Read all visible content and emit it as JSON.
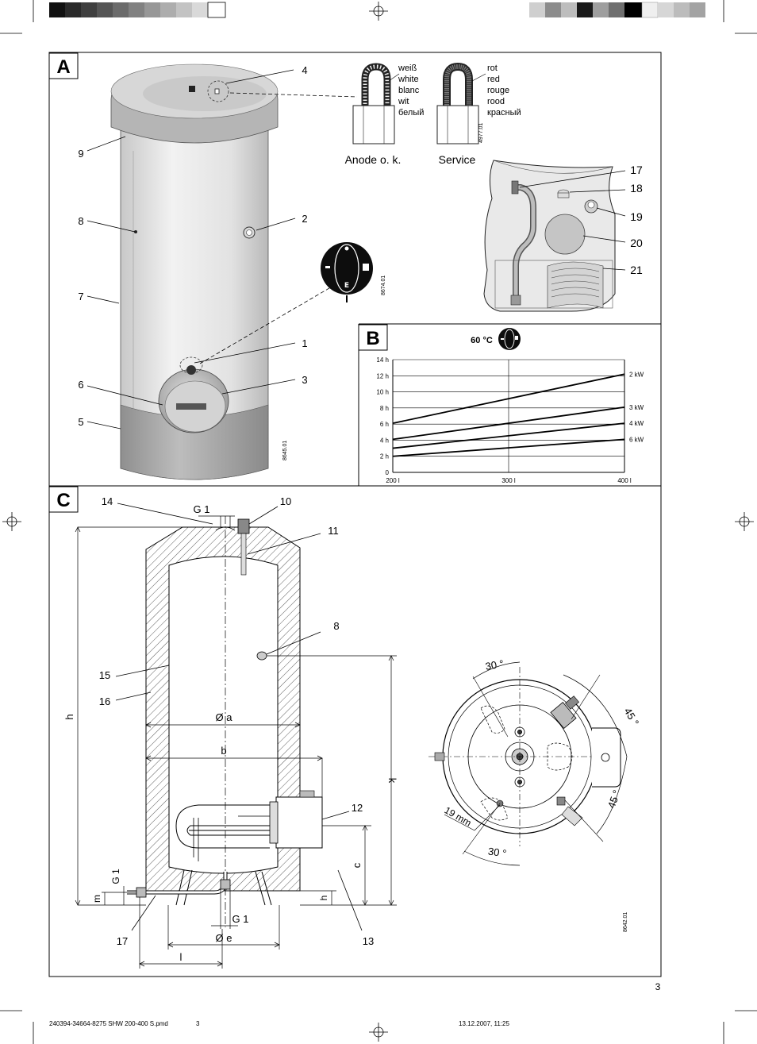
{
  "panels": {
    "a": {
      "letter": "A",
      "callouts": [
        "1",
        "2",
        "3",
        "4",
        "5",
        "6",
        "7",
        "8",
        "9"
      ],
      "anode_label": "Anode o. k.",
      "service_label": "Service",
      "anode_colors": [
        "weiß",
        "white",
        "blanc",
        "wit",
        "белый"
      ],
      "service_colors": [
        "rot",
        "red",
        "rouge",
        "rood",
        "красный"
      ],
      "detail_callouts": [
        "17",
        "18",
        "19",
        "20",
        "21"
      ],
      "codes": {
        "main": "8645.01",
        "knob": "8674.01",
        "anode": "4977.01"
      }
    },
    "b": {
      "letter": "B",
      "temperature": "60 °C"
    },
    "c": {
      "letter": "C",
      "callouts": [
        "14",
        "10",
        "11",
        "8",
        "15",
        "16",
        "12",
        "13",
        "17"
      ],
      "dims": {
        "g1_top": "G 1",
        "dia_a": "Ø a",
        "b": "b",
        "h": "h",
        "k": "k",
        "c": "c",
        "h_small": "h",
        "m": "m",
        "g1_side": "G 1",
        "g1_bottom": "G 1",
        "dia_e": "Ø e",
        "l": "l"
      },
      "angles": {
        "a30_top": "30 °",
        "a45_right": "45 °",
        "a45_right2": "45 °",
        "a30_bottom": "30 °",
        "mm19": "19 mm"
      },
      "code": "8642.01"
    }
  },
  "chart_data": {
    "type": "line",
    "title": "60 °C",
    "x": [
      200,
      400
    ],
    "xticks": [
      "200 l",
      "300 l",
      "400 l"
    ],
    "yticks": [
      "0",
      "2 h",
      "4 h",
      "6 h",
      "8 h",
      "10 h",
      "12 h",
      "14 h"
    ],
    "ylim": [
      0,
      14
    ],
    "xlim": [
      200,
      400
    ],
    "grid": true,
    "series": [
      {
        "name": "2 kW",
        "values": [
          6.1,
          12.2
        ]
      },
      {
        "name": "3 kW",
        "values": [
          4.1,
          8.1
        ]
      },
      {
        "name": "4 kW",
        "values": [
          3.0,
          6.1
        ]
      },
      {
        "name": "6 kW",
        "values": [
          2.0,
          4.1
        ]
      }
    ]
  },
  "page": {
    "number": "3",
    "footer_file": "240394-34664-8275 SHW 200-400 S.pmd",
    "footer_page": "3",
    "footer_date": "13.12.2007, 11:25"
  },
  "colors": {
    "ink": "#000000",
    "tank_light": "#e6e6e6",
    "tank_dark": "#a9a9a9"
  }
}
